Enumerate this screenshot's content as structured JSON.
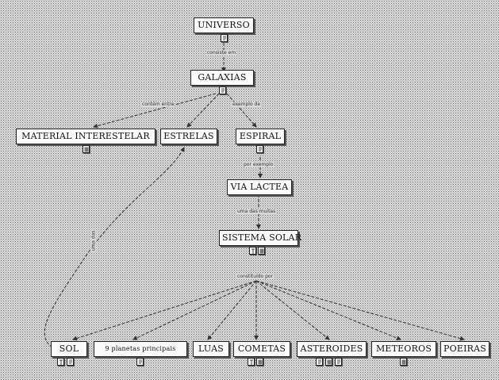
{
  "nodes": {
    "universo": "UNIVERSO",
    "galaxias": "GALAXIAS",
    "material_interestelar": "MATERIAL INTERESTELAR",
    "estrelas": "ESTRELAS",
    "espiral": "ESPIRAL",
    "via_lactea": "VIA LACTEA",
    "sistema_solar": "SISTEMA SOLAR",
    "sol": "SOL",
    "planetas": "9 planetas principais",
    "luas": "LUAS",
    "cometas": "COMETAS",
    "asteroides": "ASTEROIDES",
    "meteoros": "METEOROS",
    "poeiras": "POEIRAS"
  },
  "links": {
    "universo_galaxias": "consiste em",
    "galaxias_left": "contém entre",
    "galaxias_right": "exemplo de",
    "espiral_via": "por exemplo",
    "via_sistema": "uma das muitas",
    "sistema_children": "constituído por",
    "sol_estrelas": "uma das"
  },
  "icons": [
    "document-icon",
    "document-icon",
    "image-icon",
    "document-icon",
    "text-icon",
    "image-icon",
    "text-icon",
    "document-icon",
    "document-icon",
    "image-icon",
    "text-icon",
    "document-icon",
    "image-icon",
    "document-icon",
    "image-icon"
  ],
  "colors": {
    "node_fill": "#fbfbfb",
    "node_border": "#222222",
    "line": "#333333"
  }
}
